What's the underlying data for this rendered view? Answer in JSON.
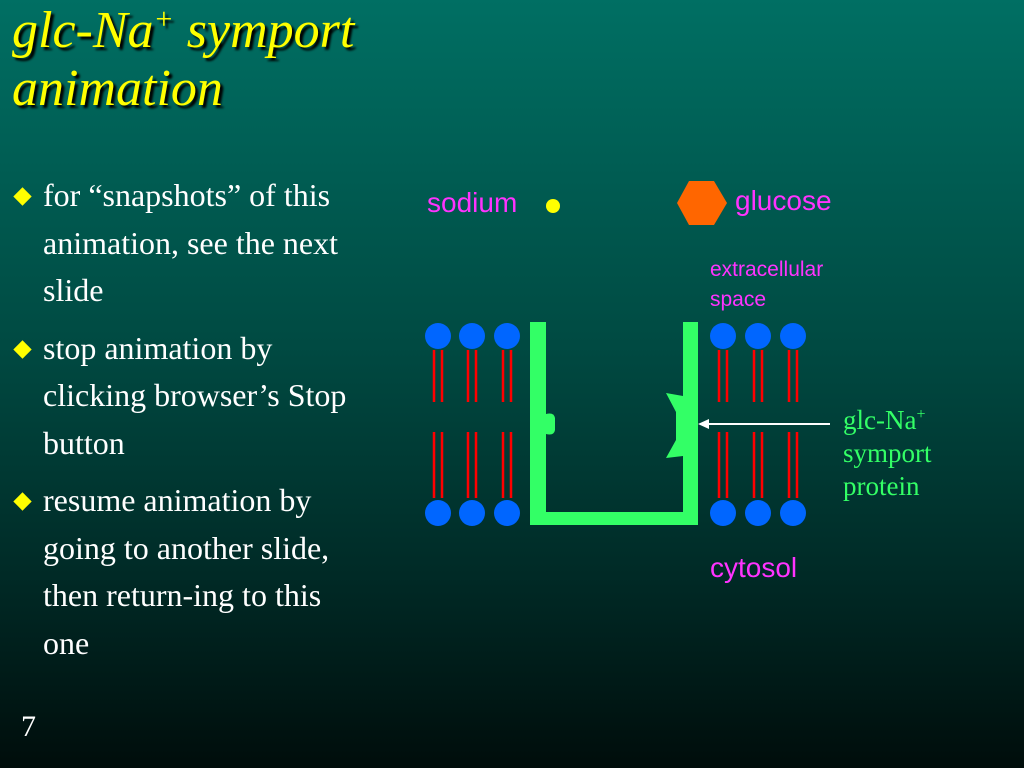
{
  "colors": {
    "title": "#ffff00",
    "text": "#ffffff",
    "bullet": "#ffff00",
    "label_magenta": "#ff33ff",
    "label_green": "#33ff66",
    "sodium": "#ffff00",
    "glucose": "#ff6600",
    "lipid_head": "#0066ff",
    "lipid_tail": "#ff0000",
    "protein": "#33ff66",
    "arrow": "#ffffff"
  },
  "title": {
    "line1_prefix": "glc-Na",
    "line1_sup": "+",
    "line1_suffix": " symport",
    "line2": "animation"
  },
  "bullets": [
    "for “snapshots” of this animation, see the next slide",
    "stop animation by clicking browser’s Stop button",
    "resume animation by going to another slide, then return-ing to this one"
  ],
  "diagram": {
    "sodium_label": "sodium",
    "glucose_label": "glucose",
    "extracellular_line1": "extracellular",
    "extracellular_line2": "space",
    "cytosol_label": "cytosol",
    "protein_label_prefix": "glc-Na",
    "protein_label_sup": "+",
    "protein_label_line2": "symport",
    "protein_label_line3": "protein",
    "icons": {
      "sodium": "circle",
      "glucose": "hexagon",
      "bullet": "diamond",
      "lipid": "phospholipid"
    }
  },
  "slide_number": "7"
}
